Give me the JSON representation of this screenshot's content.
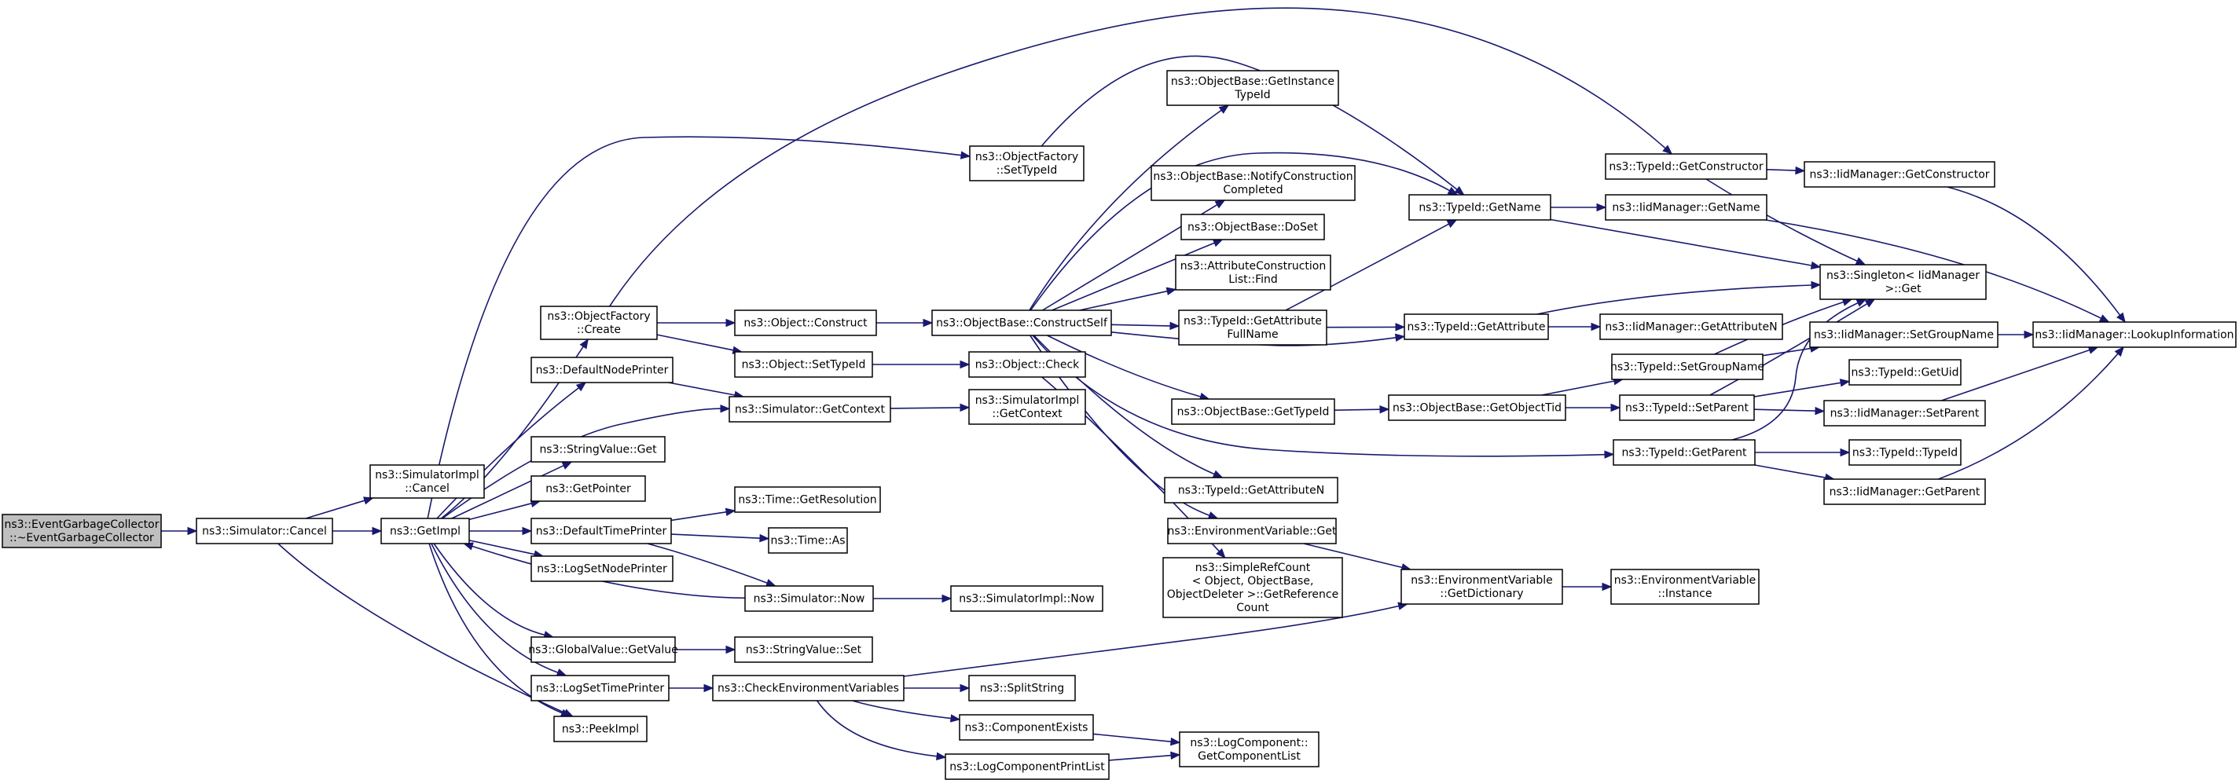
{
  "title": "ns3::EventGarbageCollector::~EventGarbageCollector call graph",
  "colors": {
    "edge": "#191970",
    "node_fill": "#ffffff",
    "root_fill": "#bfbfbf",
    "border": "#000000"
  },
  "nodes": [
    {
      "id": "root",
      "lines": [
        "ns3::EventGarbageCollector",
        "::~EventGarbageCollector"
      ],
      "root": true
    },
    {
      "id": "sim_cancel",
      "lines": [
        "ns3::Simulator::Cancel"
      ]
    },
    {
      "id": "simimpl_cancel",
      "lines": [
        "ns3::SimulatorImpl",
        "::Cancel"
      ]
    },
    {
      "id": "getimpl",
      "lines": [
        "ns3::GetImpl"
      ]
    },
    {
      "id": "of_create",
      "lines": [
        "ns3::ObjectFactory",
        "::Create"
      ]
    },
    {
      "id": "of_settypeid",
      "lines": [
        "ns3::ObjectFactory",
        "::SetTypeId"
      ]
    },
    {
      "id": "obj_construct",
      "lines": [
        "ns3::Object::Construct"
      ]
    },
    {
      "id": "obj_settypeid",
      "lines": [
        "ns3::Object::SetTypeId"
      ]
    },
    {
      "id": "ob_constructself",
      "lines": [
        "ns3::ObjectBase::ConstructSelf"
      ]
    },
    {
      "id": "obj_check",
      "lines": [
        "ns3::Object::Check"
      ]
    },
    {
      "id": "default_node_printer",
      "lines": [
        "ns3::DefaultNodePrinter"
      ]
    },
    {
      "id": "sim_getcontext",
      "lines": [
        "ns3::Simulator::GetContext"
      ]
    },
    {
      "id": "simimpl_getcontext",
      "lines": [
        "ns3::SimulatorImpl",
        "::GetContext"
      ]
    },
    {
      "id": "stringvalue_get",
      "lines": [
        "ns3::StringValue::Get"
      ]
    },
    {
      "id": "getpointer",
      "lines": [
        "ns3::GetPointer"
      ]
    },
    {
      "id": "default_time_printer",
      "lines": [
        "ns3::DefaultTimePrinter"
      ]
    },
    {
      "id": "time_getres",
      "lines": [
        "ns3::Time::GetResolution"
      ]
    },
    {
      "id": "time_as",
      "lines": [
        "ns3::Time::As"
      ]
    },
    {
      "id": "logsetnodeprinter",
      "lines": [
        "ns3::LogSetNodePrinter"
      ]
    },
    {
      "id": "sim_now",
      "lines": [
        "ns3::Simulator::Now"
      ]
    },
    {
      "id": "simimpl_now",
      "lines": [
        "ns3::SimulatorImpl::Now"
      ]
    },
    {
      "id": "globalvalue_getvalue",
      "lines": [
        "ns3::GlobalValue::GetValue"
      ]
    },
    {
      "id": "stringvalue_set",
      "lines": [
        "ns3::StringValue::Set"
      ]
    },
    {
      "id": "logsettimeprinter",
      "lines": [
        "ns3::LogSetTimePrinter"
      ]
    },
    {
      "id": "check_env",
      "lines": [
        "ns3::CheckEnvironmentVariables"
      ]
    },
    {
      "id": "splitstring",
      "lines": [
        "ns3::SplitString"
      ]
    },
    {
      "id": "component_exists",
      "lines": [
        "ns3::ComponentExists"
      ]
    },
    {
      "id": "logcomp_printlist",
      "lines": [
        "ns3::LogComponentPrintList"
      ]
    },
    {
      "id": "logcomp_getlist",
      "lines": [
        "ns3::LogComponent::",
        "GetComponentList"
      ]
    },
    {
      "id": "peekimpl",
      "lines": [
        "ns3::PeekImpl"
      ]
    },
    {
      "id": "ob_getinstancetypeid",
      "lines": [
        "ns3::ObjectBase::GetInstance",
        "TypeId"
      ]
    },
    {
      "id": "ob_notify",
      "lines": [
        "ns3::ObjectBase::NotifyConstruction",
        "Completed"
      ]
    },
    {
      "id": "ob_doset",
      "lines": [
        "ns3::ObjectBase::DoSet"
      ]
    },
    {
      "id": "attr_find",
      "lines": [
        "ns3::AttributeConstruction",
        "List::Find"
      ]
    },
    {
      "id": "tid_getattrfullname",
      "lines": [
        "ns3::TypeId::GetAttribute",
        "FullName"
      ]
    },
    {
      "id": "ob_gettypeid",
      "lines": [
        "ns3::ObjectBase::GetTypeId"
      ]
    },
    {
      "id": "tid_getattributen",
      "lines": [
        "ns3::TypeId::GetAttributeN"
      ]
    },
    {
      "id": "envvar_get",
      "lines": [
        "ns3::EnvironmentVariable::Get"
      ]
    },
    {
      "id": "simplerefcount",
      "lines": [
        "ns3::SimpleRefCount",
        "< Object, ObjectBase,",
        "ObjectDeleter >::GetReference",
        "Count"
      ]
    },
    {
      "id": "tid_getname",
      "lines": [
        "ns3::TypeId::GetName"
      ]
    },
    {
      "id": "tid_getattribute",
      "lines": [
        "ns3::TypeId::GetAttribute"
      ]
    },
    {
      "id": "ob_getobjecttid",
      "lines": [
        "ns3::ObjectBase::GetObjectTid"
      ]
    },
    {
      "id": "tid_getparent",
      "lines": [
        "ns3::TypeId::GetParent"
      ]
    },
    {
      "id": "envvar_getdict",
      "lines": [
        "ns3::EnvironmentVariable",
        "::GetDictionary"
      ]
    },
    {
      "id": "envvar_instance",
      "lines": [
        "ns3::EnvironmentVariable",
        "::Instance"
      ]
    },
    {
      "id": "tid_getconstructor",
      "lines": [
        "ns3::TypeId::GetConstructor"
      ]
    },
    {
      "id": "iid_getconstructor",
      "lines": [
        "ns3::IidManager::GetConstructor"
      ]
    },
    {
      "id": "iid_getname",
      "lines": [
        "ns3::IidManager::GetName"
      ]
    },
    {
      "id": "singleton_get",
      "lines": [
        "ns3::Singleton< IidManager",
        ">::Get"
      ]
    },
    {
      "id": "iid_getattributen",
      "lines": [
        "ns3::IidManager::GetAttributeN"
      ]
    },
    {
      "id": "tid_setgroupname",
      "lines": [
        "ns3::TypeId::SetGroupName"
      ]
    },
    {
      "id": "tid_setparent",
      "lines": [
        "ns3::TypeId::SetParent"
      ]
    },
    {
      "id": "iid_setgroupname",
      "lines": [
        "ns3::IidManager::SetGroupName"
      ]
    },
    {
      "id": "tid_getuid",
      "lines": [
        "ns3::TypeId::GetUid"
      ]
    },
    {
      "id": "iid_setparent",
      "lines": [
        "ns3::IidManager::SetParent"
      ]
    },
    {
      "id": "tid_typeid",
      "lines": [
        "ns3::TypeId::TypeId"
      ]
    },
    {
      "id": "iid_getparent",
      "lines": [
        "ns3::IidManager::GetParent"
      ]
    },
    {
      "id": "iid_lookup",
      "lines": [
        "ns3::IidManager::LookupInformation"
      ]
    }
  ]
}
